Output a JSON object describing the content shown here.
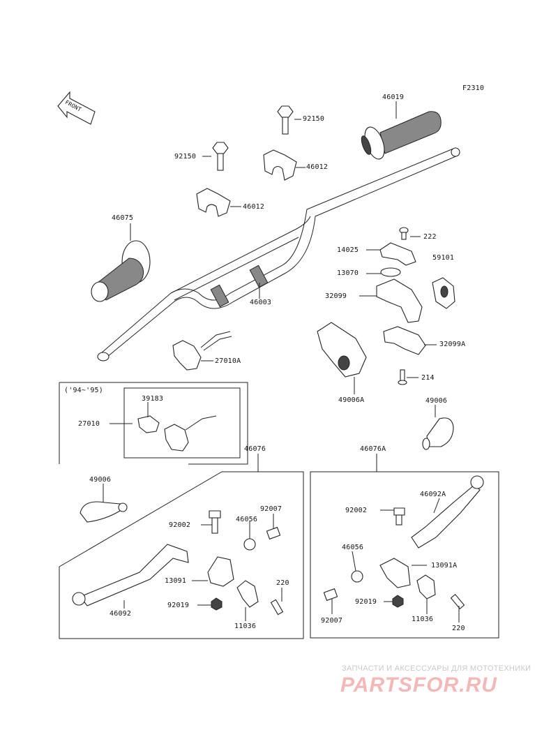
{
  "figure_code": "F2310",
  "front_label": "FRONT",
  "year_note": "('94~'95)",
  "parts": [
    {
      "id": "46019",
      "text": "46019"
    },
    {
      "id": "92150a",
      "text": "92150"
    },
    {
      "id": "92150b",
      "text": "92150"
    },
    {
      "id": "46012a",
      "text": "46012"
    },
    {
      "id": "46012b",
      "text": "46012"
    },
    {
      "id": "46075",
      "text": "46075"
    },
    {
      "id": "46003",
      "text": "46003"
    },
    {
      "id": "222",
      "text": "222"
    },
    {
      "id": "14025",
      "text": "14025"
    },
    {
      "id": "59101",
      "text": "59101"
    },
    {
      "id": "13070",
      "text": "13070"
    },
    {
      "id": "32099",
      "text": "32099"
    },
    {
      "id": "32099A",
      "text": "32099A"
    },
    {
      "id": "214",
      "text": "214"
    },
    {
      "id": "27010A",
      "text": "27010A"
    },
    {
      "id": "49006A",
      "text": "49006A"
    },
    {
      "id": "49006a",
      "text": "49006"
    },
    {
      "id": "39183",
      "text": "39183"
    },
    {
      "id": "27010",
      "text": "27010"
    },
    {
      "id": "46076",
      "text": "46076"
    },
    {
      "id": "46076A",
      "text": "46076A"
    },
    {
      "id": "49006b",
      "text": "49006"
    },
    {
      "id": "92007a",
      "text": "92007"
    },
    {
      "id": "92002a",
      "text": "92002"
    },
    {
      "id": "46056a",
      "text": "46056"
    },
    {
      "id": "13091",
      "text": "13091"
    },
    {
      "id": "220a",
      "text": "220"
    },
    {
      "id": "92019a",
      "text": "92019"
    },
    {
      "id": "11036a",
      "text": "11036"
    },
    {
      "id": "46092",
      "text": "46092"
    },
    {
      "id": "92002b",
      "text": "92002"
    },
    {
      "id": "46092A",
      "text": "46092A"
    },
    {
      "id": "46056b",
      "text": "46056"
    },
    {
      "id": "13091A",
      "text": "13091A"
    },
    {
      "id": "92019b",
      "text": "92019"
    },
    {
      "id": "92007b",
      "text": "92007"
    },
    {
      "id": "11036b",
      "text": "11036"
    },
    {
      "id": "220b",
      "text": "220"
    }
  ],
  "watermark": {
    "tagline": "ЗАПЧАСТИ И АКСЕССУАРЫ ДЛЯ МОТОТЕХНИКИ",
    "brand": "PARTSFOR.RU"
  }
}
